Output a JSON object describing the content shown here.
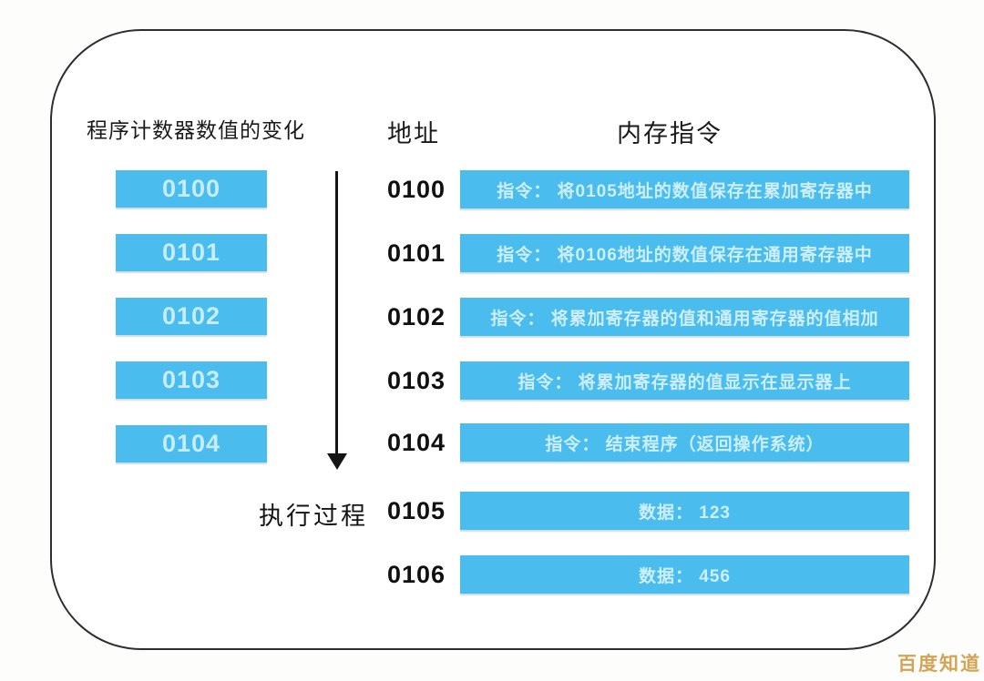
{
  "diagram": {
    "left_column": {
      "title": "程序计数器数值的变化",
      "pc_values": [
        "0100",
        "0101",
        "0102",
        "0103",
        "0104"
      ]
    },
    "arrow_label": "执行过程",
    "address_header": "地址",
    "memory_header": "内存指令",
    "memory_rows": [
      {
        "address": "0100",
        "content": "指令： 将0105地址的数值保存在累加寄存器中"
      },
      {
        "address": "0101",
        "content": "指令： 将0106地址的数值保存在通用寄存器中"
      },
      {
        "address": "0102",
        "content": "指令： 将累加寄存器的值和通用寄存器的值相加"
      },
      {
        "address": "0103",
        "content": "指令： 将累加寄存器的值显示在显示器上"
      },
      {
        "address": "0104",
        "content": "指令： 结束程序（返回操作系统）"
      },
      {
        "address": "0105",
        "content": "数据： 123"
      },
      {
        "address": "0106",
        "content": "数据： 456"
      }
    ],
    "watermark": "百度知道",
    "colors": {
      "bar_blue": "#4abced",
      "bar_text_light_blue": "#cdeffb",
      "ink": "#141414",
      "watermark_gold": "#d2a455"
    }
  }
}
